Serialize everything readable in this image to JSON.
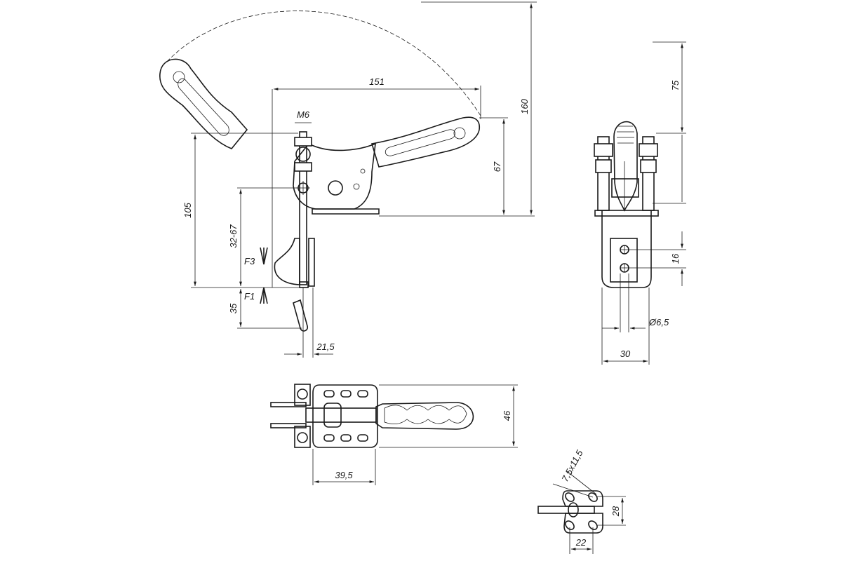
{
  "drawing": {
    "side_view": {
      "reach_width": "151",
      "total_height": "160",
      "handle_height": "67",
      "thread": "M6",
      "clamp_height": "105",
      "adjust_range": "32-67",
      "force_3": "F3",
      "force_1": "F1",
      "open_gap": "35",
      "spindle_offset": "21,5"
    },
    "front_view": {
      "top_height": "75",
      "hole_spacing": "16",
      "hole_diameter": "Ø6,5",
      "base_width": "30"
    },
    "top_view": {
      "width": "46",
      "base_length": "39,5"
    },
    "base_detail": {
      "slot_size": "7,5x11,5",
      "hole_spacing_y": "28",
      "hole_spacing_x": "22"
    }
  }
}
